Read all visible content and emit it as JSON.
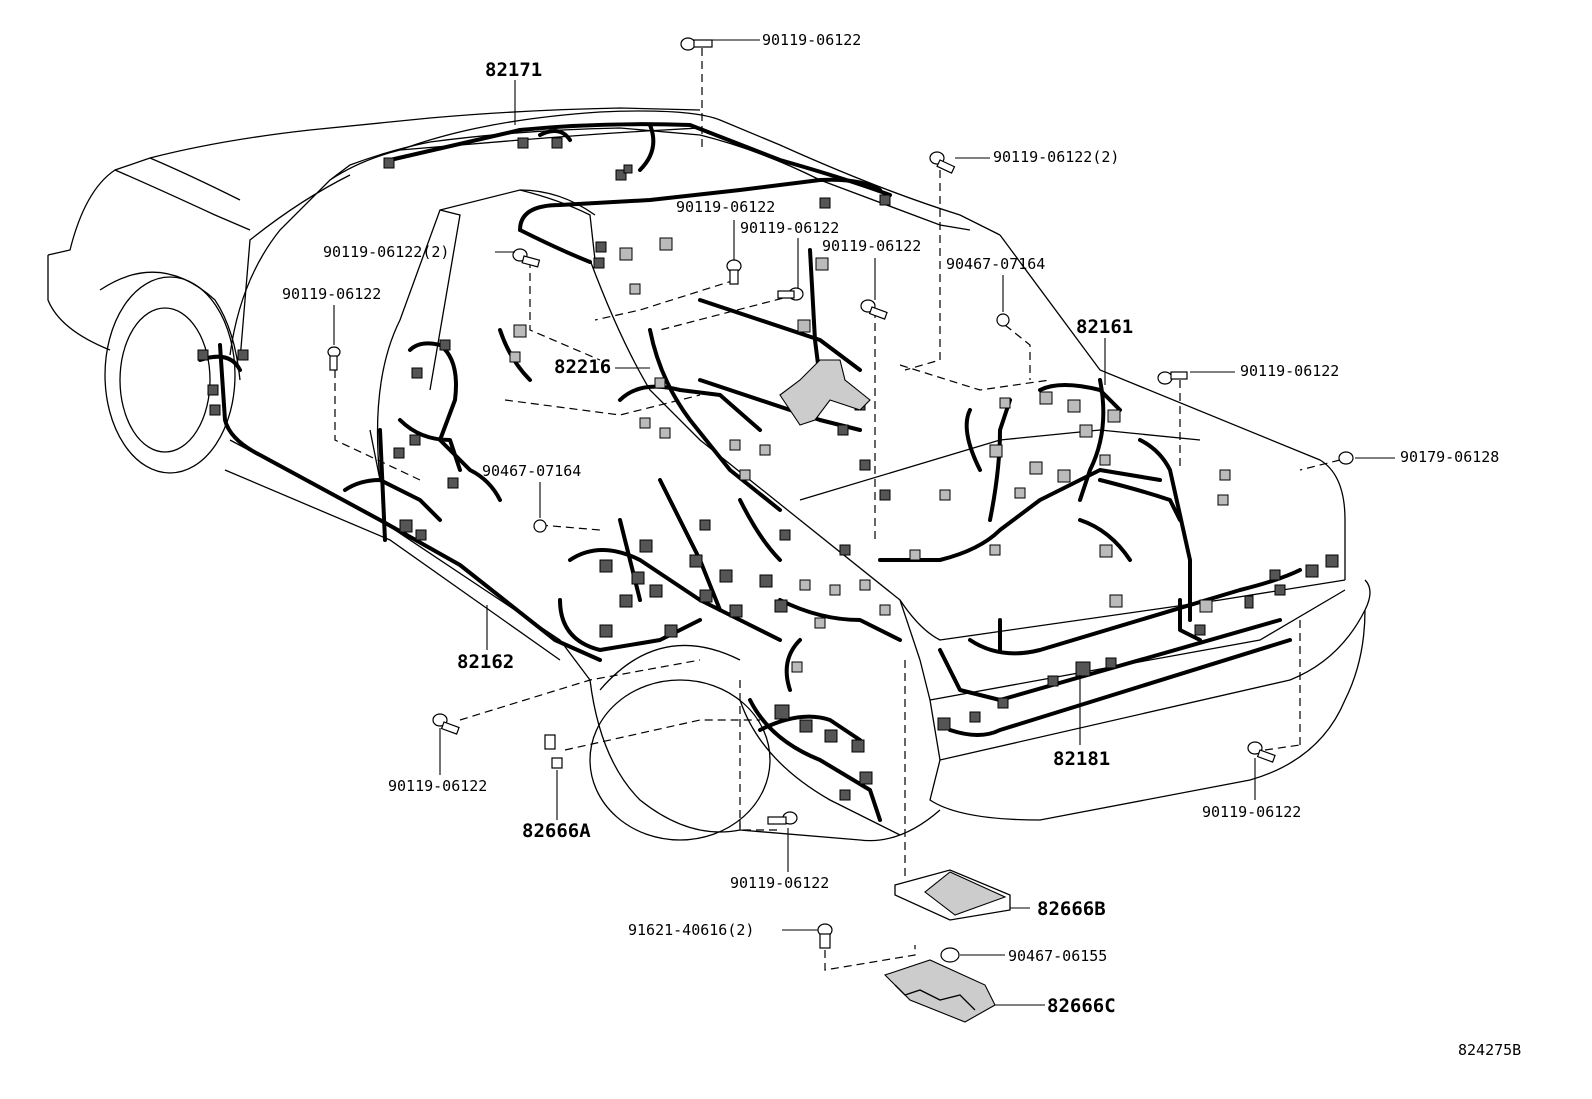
{
  "diagram_id": "824275B",
  "labels": {
    "l_82171": "82171",
    "l_82216": "82216",
    "l_82161": "82161",
    "l_82162": "82162",
    "l_82181": "82181",
    "l_82666A": "82666A",
    "l_82666B": "82666B",
    "l_82666C": "82666C",
    "bolt_top": "90119-06122",
    "bolt_roof_right": "90119-06122(2)",
    "bolt_c_pillar": "90119-06122(2)",
    "bolt_b_pillar": "90119-06122",
    "bolt_center1": "90119-06122",
    "bolt_center2": "90119-06122",
    "bolt_center3": "90119-06122",
    "clip_rear_shelf": "90467-07164",
    "clip_floor": "90467-07164",
    "bolt_trunk_right": "90119-06122",
    "clip_rear_corner": "90179-06128",
    "bolt_rocker": "90119-06122",
    "bolt_trunk_floor": "90119-06122",
    "bolt_bumper_right": "90119-06122",
    "bolt_under": "91621-40616(2)",
    "nut_under": "90467-06155"
  }
}
